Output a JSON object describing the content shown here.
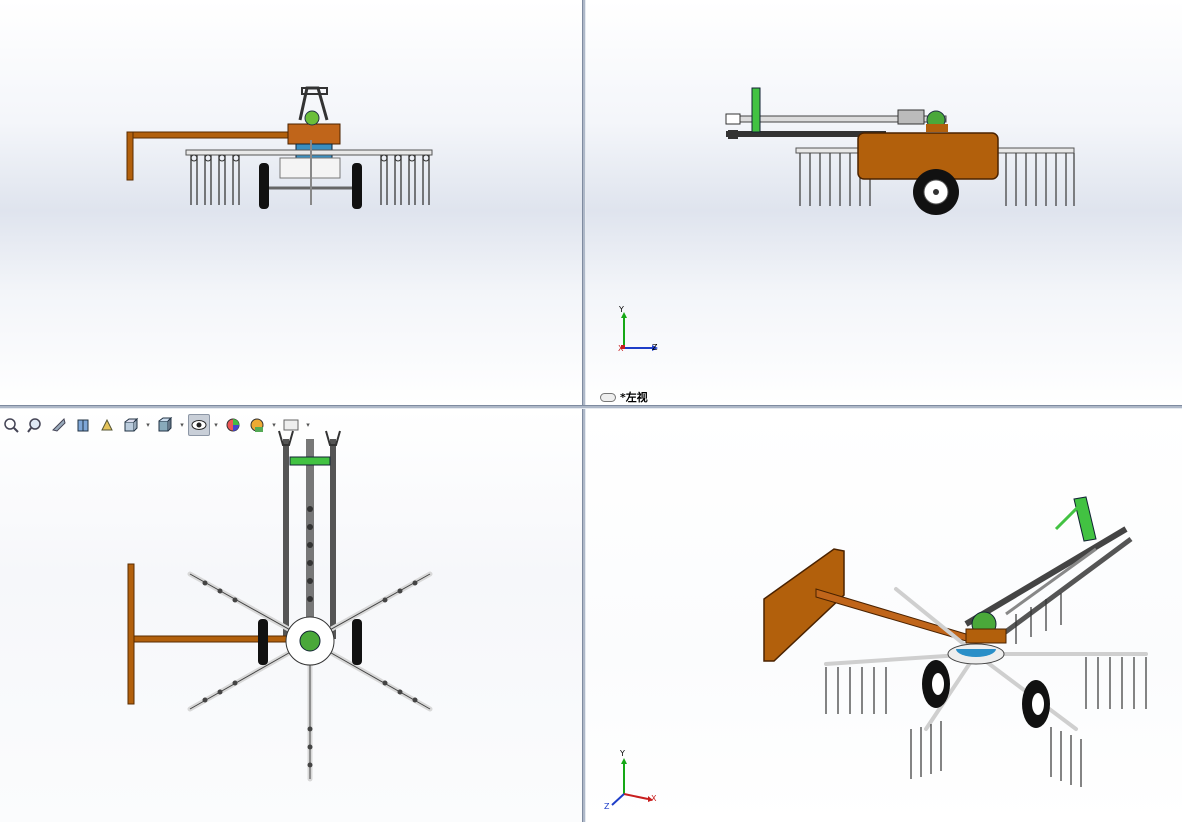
{
  "views": {
    "top_left": {
      "name": "front-view"
    },
    "top_right": {
      "name": "left-view",
      "label": "*左视"
    },
    "bottom_left": {
      "name": "top-view"
    },
    "bottom_right": {
      "name": "isometric-view"
    }
  },
  "triad": {
    "top_right": {
      "y": "Y",
      "z": "Z",
      "x": "X"
    },
    "bottom_right": {
      "y": "Y",
      "z": "Z",
      "x": "X"
    }
  },
  "toolbar": {
    "tools": [
      "zoom-to-fit-icon",
      "zoom-to-area-icon",
      "previous-view-icon",
      "section-view-icon",
      "dynamic-annotation-icon",
      "view-orientation-icon",
      "display-style-icon",
      "hide-show-items-icon",
      "edit-appearance-icon",
      "apply-scene-icon",
      "view-settings-icon"
    ],
    "active": "hide-show-items-icon"
  },
  "colors": {
    "frame_orange": "#b2600c",
    "steel": "#5a5a5a",
    "green": "#3fbf3f",
    "background_blue": "#dfe4ee",
    "splitter": "#aeb8c8"
  }
}
